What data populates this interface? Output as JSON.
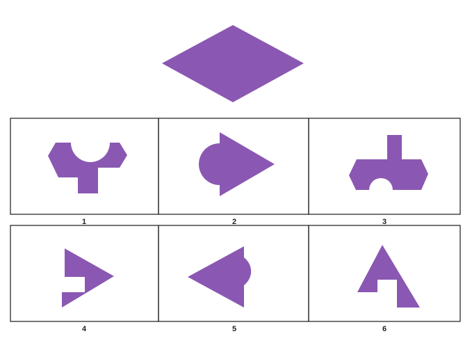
{
  "colors": {
    "shape_fill": "#8a58b2",
    "border": "#2b2b2b",
    "background": "#ffffff"
  },
  "puzzle": {
    "target_shape_icon": "rhombus",
    "options": [
      {
        "number": "1",
        "icon": "arch-cutout-shape-with-stem-down"
      },
      {
        "number": "2",
        "icon": "semicircle-with-triangle-right"
      },
      {
        "number": "3",
        "icon": "arch-cutout-shape-with-stem-up"
      },
      {
        "number": "4",
        "icon": "triangle-right-with-notch"
      },
      {
        "number": "5",
        "icon": "triangle-left-with-semicircle"
      },
      {
        "number": "6",
        "icon": "triangle-up-with-notch"
      }
    ]
  }
}
